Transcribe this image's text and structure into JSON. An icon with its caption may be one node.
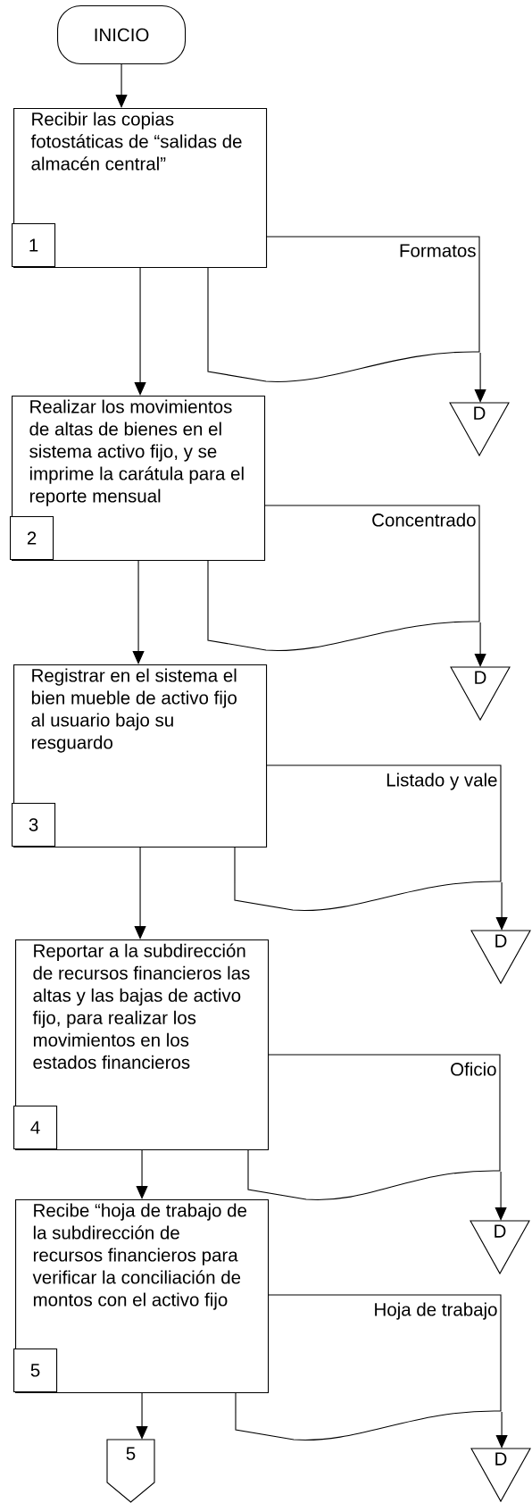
{
  "diagram": {
    "nodes": [
      {
        "text": [
          "INICIO"
        ]
      },
      {
        "text": [
          "Recibir las copias fotostáticas de “salidas de almacén central”"
        ]
      },
      {
        "text": [
          "1"
        ],
        "in": 1
      },
      {
        "text": [
          "Formatos"
        ]
      },
      {
        "text": [
          "D"
        ]
      },
      {
        "text": [
          "Realizar los movimientos de altas de bienes en el sistema activo fijo, y se imprime la carátula para el reporte mensual"
        ]
      },
      {
        "text": [
          "2"
        ],
        "in": 5
      },
      {
        "text": [
          "Concentrado"
        ]
      },
      {
        "text": [
          "D"
        ]
      },
      {
        "text": [
          "Registrar en el sistema el bien mueble de activo fijo al usuario bajo su resguardo"
        ]
      },
      {
        "text": [
          "3"
        ],
        "in": 9
      },
      {
        "text": [
          "Listado y vale"
        ]
      },
      {
        "text": [
          "D"
        ]
      },
      {
        "text": [
          "Reportar a la subdirección de recursos financieros las altas y las bajas de activo fijo, para realizar los movimientos en los estados financieros"
        ]
      },
      {
        "text": [
          "4"
        ],
        "in": 13
      },
      {
        "text": [
          "Oficio"
        ]
      },
      {
        "text": [
          "D"
        ]
      },
      {
        "text": [
          "Recibe “hoja de trabajo de la subdirección de recursos financieros para verificar la conciliación de montos con el activo fijo"
        ]
      },
      {
        "text": [
          "5"
        ],
        "in": 17
      },
      {
        "text": [
          "Hoja de trabajo"
        ]
      },
      {
        "text": [
          "D"
        ]
      },
      {
        "text": [
          "5"
        ]
      }
    ],
    "edges": [
      {
        "from": 0,
        "to": 1,
        "arrow": "to"
      },
      {
        "from": 1,
        "to": 5,
        "arrow": "to"
      },
      {
        "from": 3,
        "to": 4,
        "arrow": "to"
      },
      {
        "from": 5,
        "to": 9,
        "arrow": "to"
      },
      {
        "from": 7,
        "to": 8,
        "arrow": "to"
      },
      {
        "from": 9,
        "to": 13,
        "arrow": "to"
      },
      {
        "from": 11,
        "to": 12,
        "arrow": "to"
      },
      {
        "from": 13,
        "to": 17,
        "arrow": "to"
      },
      {
        "from": 15,
        "to": 16,
        "arrow": "to"
      },
      {
        "from": 17,
        "to": 21,
        "arrow": "to"
      },
      {
        "from": 19,
        "to": 20,
        "arrow": "to"
      }
    ]
  }
}
